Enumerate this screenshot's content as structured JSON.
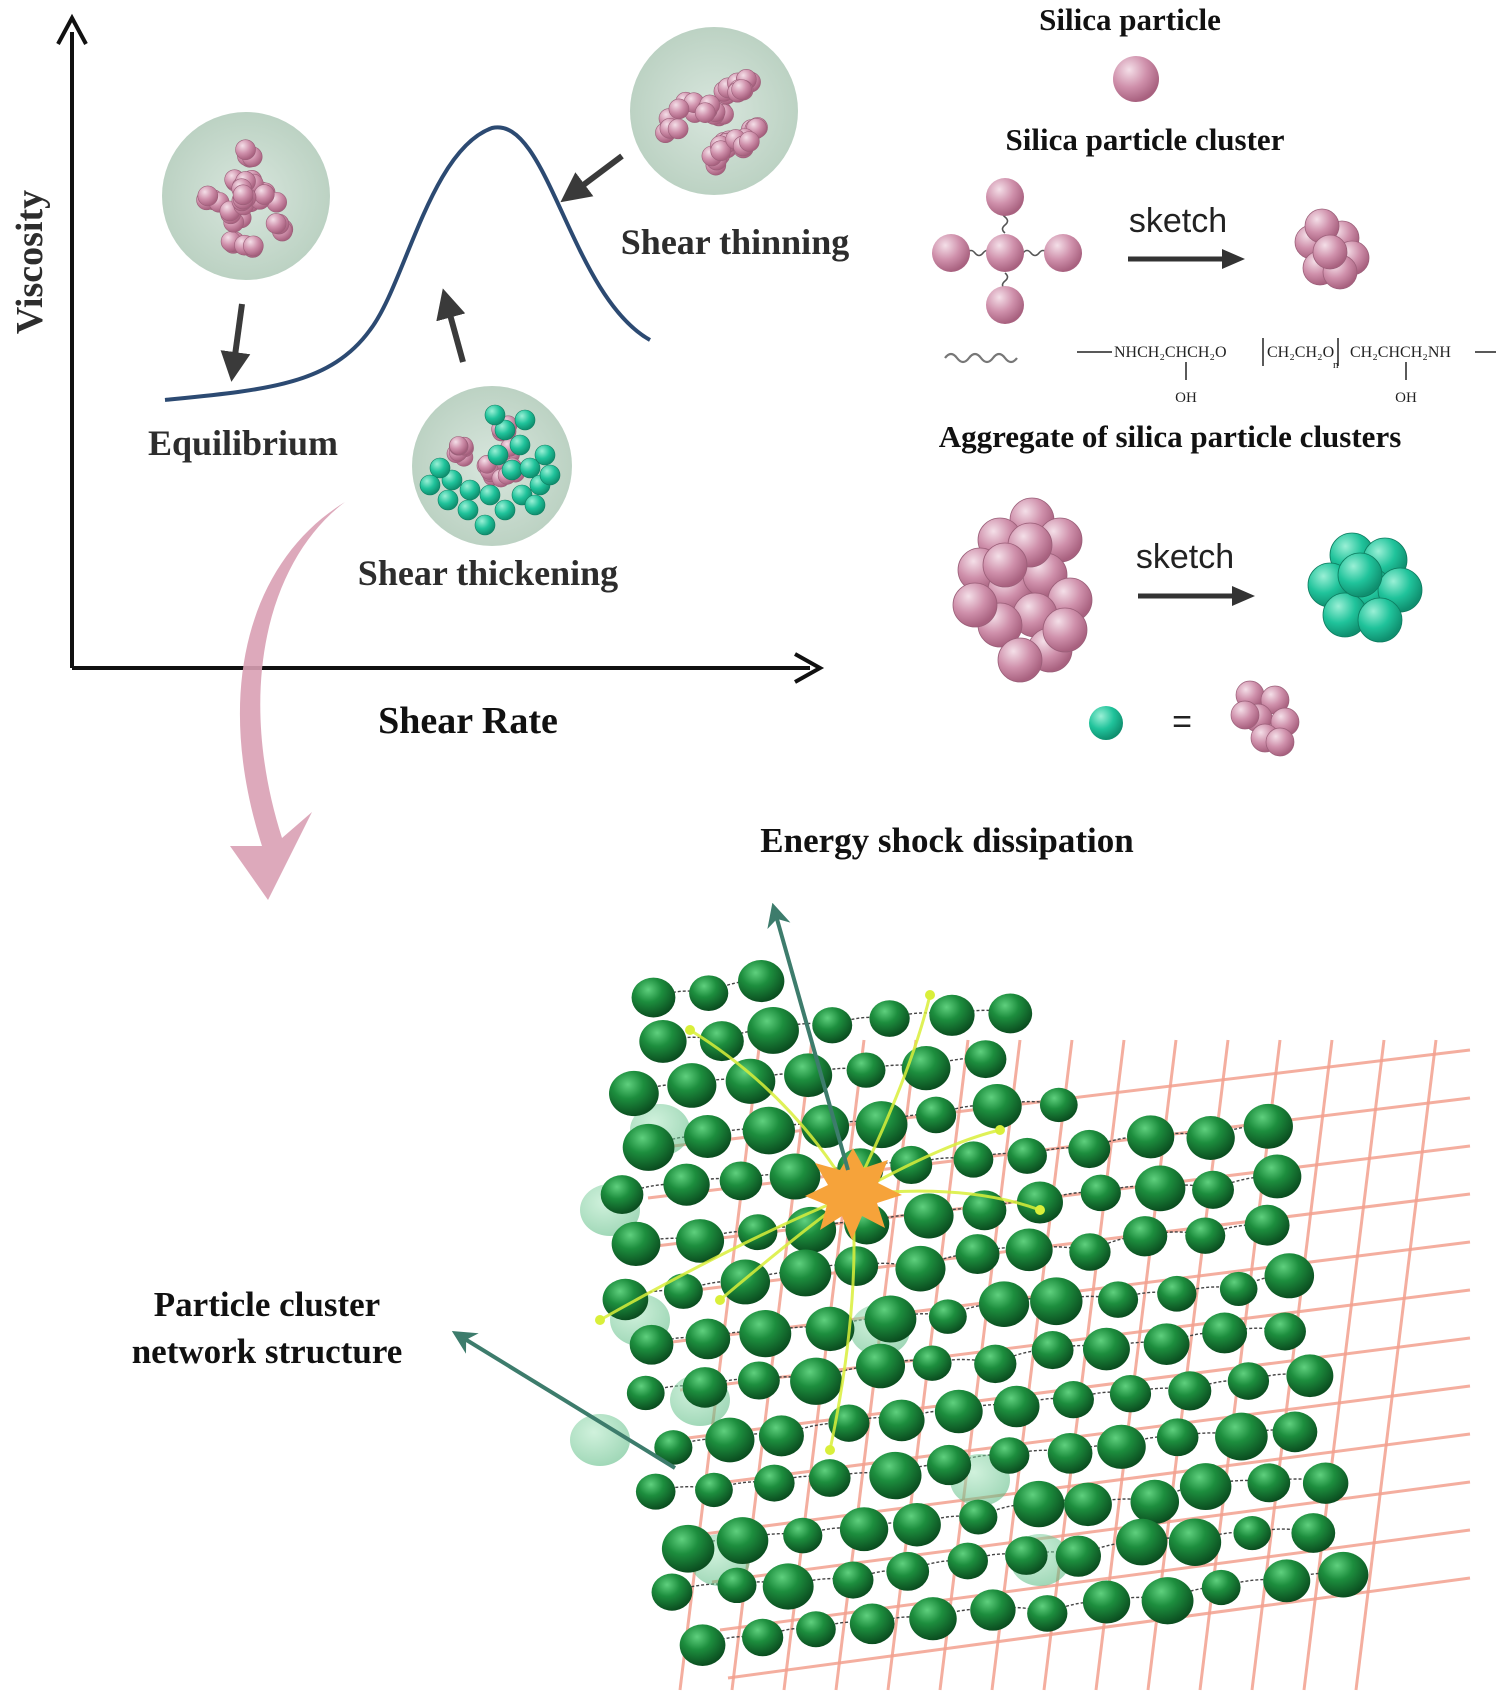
{
  "graph": {
    "y_axis_label": "Viscosity",
    "x_axis_label": "Shear Rate",
    "states": {
      "equilibrium": "Equilibrium",
      "shear_thickening": "Shear thickening",
      "shear_thinning": "Shear thinning"
    }
  },
  "legend": {
    "silica_particle": "Silica particle",
    "silica_particle_cluster": "Silica particle cluster",
    "sketch_1": "sketch",
    "sketch_2": "sketch",
    "equals": "=",
    "aggregate": "Aggregate of silica particle clusters",
    "chem": {
      "left": "NHCH₂CHCH₂O",
      "middle": "CH₂CH₂O",
      "subscript_n": "n",
      "right": "CH₂CHCH₂NH",
      "oh_1": "OH",
      "oh_2": "OH"
    }
  },
  "network": {
    "energy_label": "Energy shock dissipation",
    "structure_label_line1": "Particle cluster",
    "structure_label_line2": "network structure"
  },
  "colors": {
    "pink_particle": "#c98aa5",
    "teal_particle": "#1fc29a",
    "green_node": "#1b8b3c",
    "curve": "#2c4a72",
    "big_arrow": "#d9a0b4",
    "pointer_arrow": "#3d7c6c",
    "mesh": "#f2a08e",
    "burst": "#f6a33a"
  }
}
